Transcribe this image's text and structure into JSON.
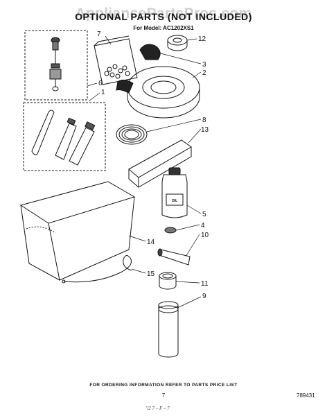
{
  "diagram": {
    "watermark": "AppliancePartsPros.com",
    "title": "OPTIONAL PARTS (NOT INCLUDED)",
    "model_line": "For Model: AC1202XS1",
    "footer_note": "FOR ORDERING INFORMATION REFER TO PARTS PRICE LIST",
    "page_number": "7",
    "doc_number": "789431",
    "hand_note": "’/2 7 – F – 7",
    "oil_label": "OIL",
    "callouts": [
      "7",
      "12",
      "3",
      "2",
      "6",
      "1",
      "8",
      "13",
      "5",
      "4",
      "10",
      "14",
      "15",
      "11",
      "9"
    ]
  }
}
